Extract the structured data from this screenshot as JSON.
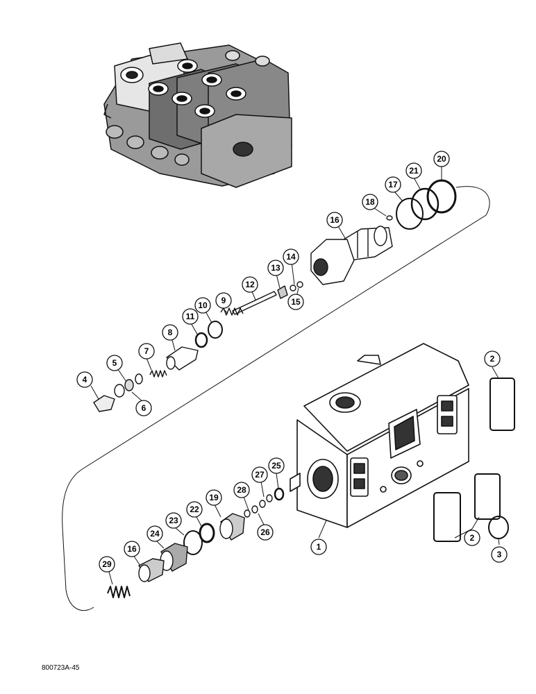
{
  "figure_code": "800723A-45",
  "callouts": [
    {
      "id": "c1",
      "label": "1"
    },
    {
      "id": "c2a",
      "label": "2"
    },
    {
      "id": "c2b",
      "label": "2"
    },
    {
      "id": "c3",
      "label": "3"
    },
    {
      "id": "c4",
      "label": "4"
    },
    {
      "id": "c5",
      "label": "5"
    },
    {
      "id": "c6",
      "label": "6"
    },
    {
      "id": "c7",
      "label": "7"
    },
    {
      "id": "c8",
      "label": "8"
    },
    {
      "id": "c9",
      "label": "9"
    },
    {
      "id": "c10",
      "label": "10"
    },
    {
      "id": "c11",
      "label": "11"
    },
    {
      "id": "c12",
      "label": "12"
    },
    {
      "id": "c13",
      "label": "13"
    },
    {
      "id": "c14",
      "label": "14"
    },
    {
      "id": "c15",
      "label": "15"
    },
    {
      "id": "c16a",
      "label": "16"
    },
    {
      "id": "c16b",
      "label": "16"
    },
    {
      "id": "c17",
      "label": "17"
    },
    {
      "id": "c18",
      "label": "18"
    },
    {
      "id": "c19",
      "label": "19"
    },
    {
      "id": "c20",
      "label": "20"
    },
    {
      "id": "c21",
      "label": "21"
    },
    {
      "id": "c22",
      "label": "22"
    },
    {
      "id": "c23",
      "label": "23"
    },
    {
      "id": "c24",
      "label": "24"
    },
    {
      "id": "c25",
      "label": "25"
    },
    {
      "id": "c26",
      "label": "26"
    },
    {
      "id": "c27",
      "label": "27"
    },
    {
      "id": "c28",
      "label": "28"
    },
    {
      "id": "c29",
      "label": "29"
    }
  ]
}
